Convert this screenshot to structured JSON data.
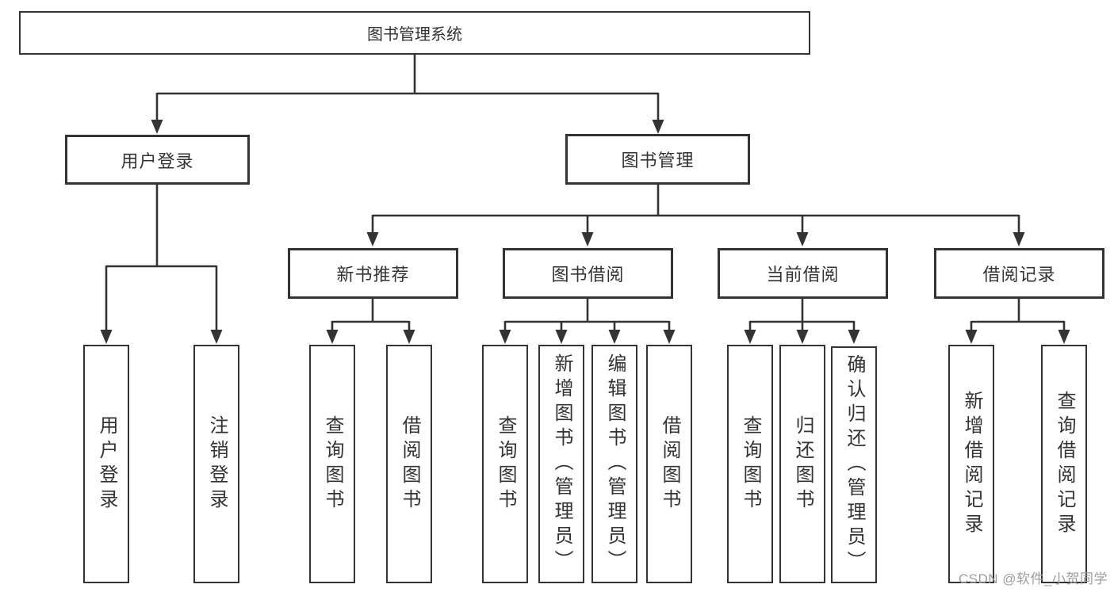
{
  "colors": {
    "line": "#333333",
    "text": "#333333",
    "watermark": "#9e9e9e",
    "background": "#ffffff"
  },
  "watermark": "CSDN @软件_小贺同学",
  "tree": {
    "root": {
      "label": "图书管理系统"
    },
    "branches": [
      {
        "label": "用户登录",
        "children": [
          {
            "label": "用户登录"
          },
          {
            "label": "注销登录"
          }
        ]
      },
      {
        "label": "图书管理",
        "children": [
          {
            "label": "新书推荐",
            "children": [
              {
                "label": "查询图书"
              },
              {
                "label": "借阅图书"
              }
            ]
          },
          {
            "label": "图书借阅",
            "children": [
              {
                "label": "查询图书"
              },
              {
                "label": "新增图书（管理员）"
              },
              {
                "label": "编辑图书（管理员）"
              },
              {
                "label": "借阅图书"
              }
            ]
          },
          {
            "label": "当前借阅",
            "children": [
              {
                "label": "查询图书"
              },
              {
                "label": "归还图书"
              },
              {
                "label": "确认归还（管理员）"
              }
            ]
          },
          {
            "label": "借阅记录",
            "children": [
              {
                "label": "新增借阅记录"
              },
              {
                "label": "查询借阅记录"
              }
            ]
          }
        ]
      }
    ]
  }
}
